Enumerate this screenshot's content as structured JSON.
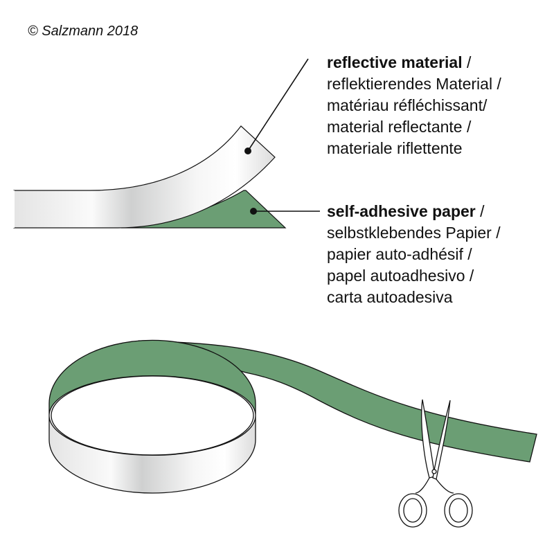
{
  "copyright": "© Salzmann 2018",
  "labels": {
    "reflective": {
      "title": "reflective material",
      "title_suffix": " /",
      "lines": [
        "reflektierendes Material /",
        "matériau réfléchissant/",
        "material reflectante /",
        "materiale riflettente"
      ]
    },
    "paper": {
      "title": "self-adhesive paper",
      "title_suffix": " /",
      "lines": [
        "selbstklebendes Papier /",
        "papier auto-adhésif /",
        "papel autoadhesivo /",
        "carta autoadesiva"
      ]
    }
  },
  "colors": {
    "green": "#6b9e74",
    "outline": "#111111"
  }
}
